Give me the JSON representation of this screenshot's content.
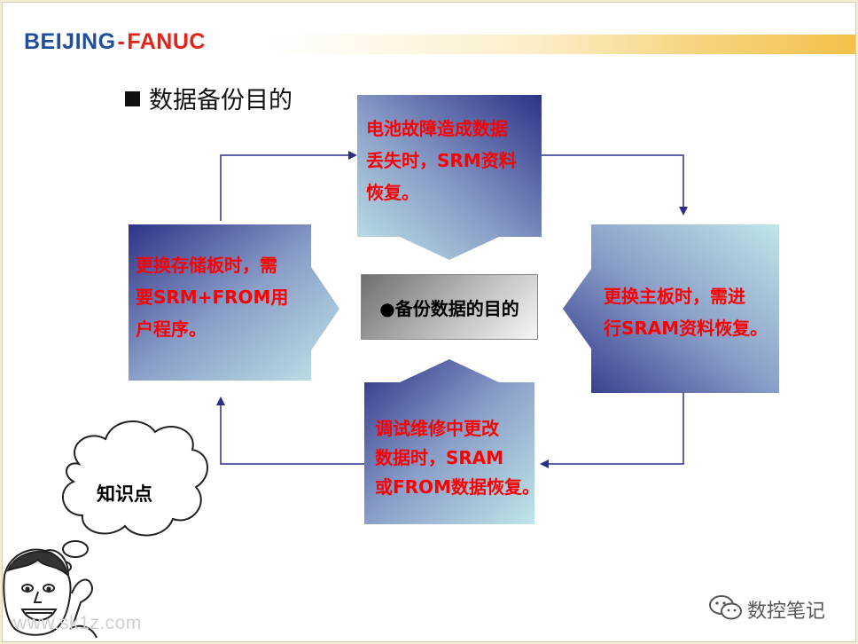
{
  "logo": {
    "part1": "BEIJING",
    "dash": "-",
    "part2": "FANUC"
  },
  "heading": "数据备份目的",
  "center_label": "●备份数据的目的",
  "boxes": {
    "top": {
      "lines": [
        "电池故障造成数据",
        "丢失时，SRM资料",
        "恢复。"
      ]
    },
    "right": {
      "lines": [
        "更换主板时，需进",
        "行SRAM资料恢复。"
      ]
    },
    "bottom": {
      "lines": [
        "调试维修中更改",
        "数据时，SRAM",
        "或FROM数据恢复。"
      ]
    },
    "left": {
      "lines": [
        "更换存储板时，需",
        "要SRM+FROM用",
        "户程序。"
      ]
    }
  },
  "cloud_label": "知识点",
  "watermark_left": "www.sk1z.com",
  "watermark_right": "数控笔记",
  "colors": {
    "logo_blue": "#1f4f9c",
    "logo_red": "#e2231a",
    "box_text": "#ff0000",
    "arrow": "#2b2f8a"
  }
}
